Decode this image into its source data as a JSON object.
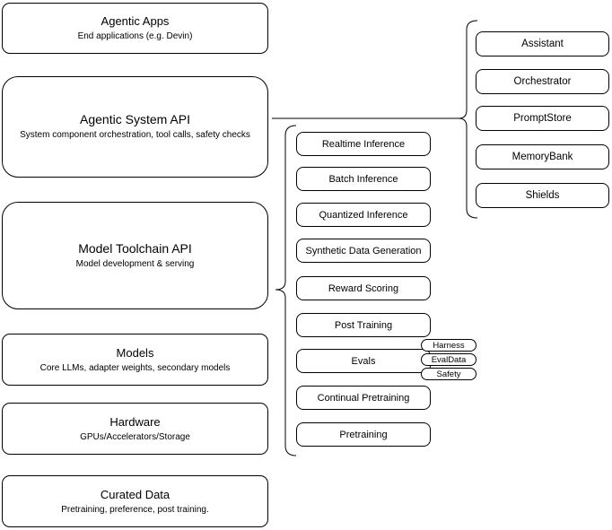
{
  "diagram": {
    "colors": {
      "background": "#ffffff",
      "stroke": "#000000",
      "text": "#000000"
    },
    "left_column": [
      {
        "title": "Agentic Apps",
        "subtitle": "End applications (e.g. Devin)"
      },
      {
        "title": "Agentic System API",
        "subtitle": "System component orchestration, tool calls, safety checks"
      },
      {
        "title": "Model Toolchain API",
        "subtitle": "Model development & serving"
      },
      {
        "title": "Models",
        "subtitle": "Core LLMs, adapter weights, secondary models"
      },
      {
        "title": "Hardware",
        "subtitle": "GPUs/Accelerators/Storage"
      },
      {
        "title": "Curated Data",
        "subtitle": "Pretraining, preference, post training."
      }
    ],
    "middle_group": {
      "items": [
        "Realtime Inference",
        "Batch Inference",
        "Quantized Inference",
        "Synthetic Data Generation",
        "Reward Scoring",
        "Post Training",
        "Evals",
        "Continual Pretraining",
        "Pretraining"
      ]
    },
    "evals_tags": [
      "Harness",
      "EvalData",
      "Safety"
    ],
    "right_group": {
      "items": [
        "Assistant",
        "Orchestrator",
        "PromptStore",
        "MemoryBank",
        "Shields"
      ]
    }
  }
}
